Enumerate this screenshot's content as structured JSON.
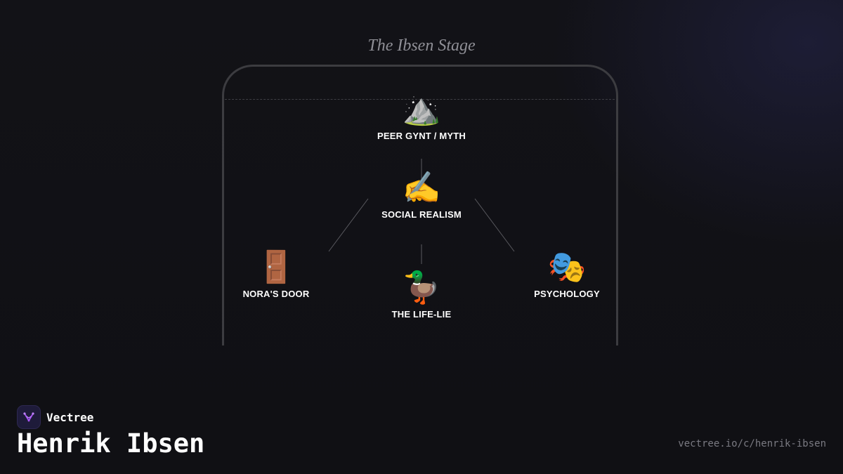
{
  "stage": {
    "title": "The Ibsen Stage"
  },
  "nodes": {
    "peer_gynt": {
      "icon": "mountain-icon",
      "emoji": "⛰️",
      "label": "PEER GYNT / MYTH"
    },
    "social_realism": {
      "icon": "writing-hand-icon",
      "emoji": "✍️",
      "label": "SOCIAL REALISM"
    },
    "noras_door": {
      "icon": "door-icon",
      "emoji": "🚪",
      "label": "NORA'S DOOR"
    },
    "life_lie": {
      "icon": "duck-icon",
      "emoji": "🦆",
      "label": "THE LIFE-LIE"
    },
    "psychology": {
      "icon": "theater-masks-icon",
      "emoji": "🎭",
      "label": "PSYCHOLOGY"
    }
  },
  "footer": {
    "brand": "Vectree",
    "heading": "Henrik Ibsen",
    "url": "vectree.io/c/henrik-ibsen"
  },
  "colors": {
    "background": "#111115",
    "frame": "#3c3c40",
    "title": "#8f8f96",
    "brand_accent": "#a855f7"
  }
}
